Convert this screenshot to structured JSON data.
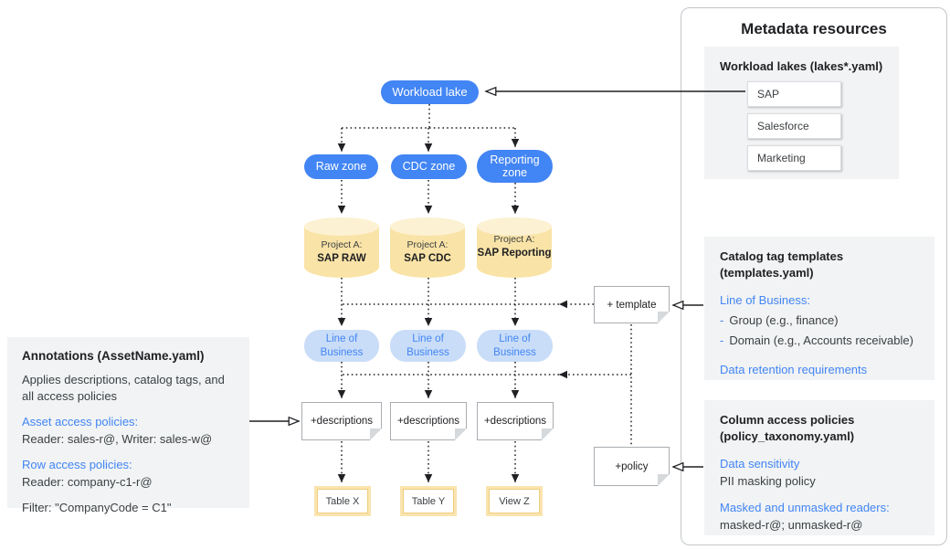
{
  "colors": {
    "accent_blue": "#4285F4",
    "light_blue_fill": "#C9DDF8",
    "panel_gray": "#F1F3F4",
    "cylinder_amber": "#F9E3A6",
    "table_border_yellow": "#EECE7F",
    "text_dark": "#202124"
  },
  "diagram": {
    "workload_lake_label": "Workload lake",
    "zones": [
      "Raw zone",
      "CDC zone",
      "Reporting zone"
    ],
    "projects": [
      {
        "prefix": "Project A:",
        "name": "SAP RAW"
      },
      {
        "prefix": "Project A:",
        "name": "SAP CDC"
      },
      {
        "prefix": "Project A:",
        "name": "SAP Reporting"
      }
    ],
    "lob_label": "Line of Business",
    "descriptions_label": "+descriptions",
    "template_label": "+ template",
    "policy_label": "+policy",
    "outputs": [
      "Table X",
      "Table Y",
      "View Z"
    ]
  },
  "annotations_panel": {
    "title": "Annotations (AssetName.yaml)",
    "body": "Applies descriptions, catalog tags, and all access policies",
    "asset_policies_heading": "Asset access policies:",
    "asset_policies_value": "Reader: sales-r@, Writer: sales-w@",
    "row_policies_heading": "Row access policies:",
    "row_policies_value": "Reader: company-c1-r@",
    "filter_value": "Filter: \"CompanyCode = C1\""
  },
  "metadata_panel": {
    "title": "Metadata resources",
    "workload_lakes": {
      "heading": "Workload lakes (lakes*.yaml)",
      "items": [
        "SAP",
        "Salesforce",
        "Marketing"
      ]
    },
    "catalog_templates": {
      "heading": "Catalog tag templates (templates.yaml)",
      "lob_heading": "Line of Business:",
      "bullets": [
        {
          "dash": "-",
          "text": "Group (e.g., finance)"
        },
        {
          "dash": "-",
          "text": "Domain (e.g., Accounts receivable)"
        }
      ],
      "retention_heading": "Data retention requirements"
    },
    "column_policies": {
      "heading": "Column access policies (policy_taxonomy.yaml)",
      "sensitivity_heading": "Data sensitivity",
      "sensitivity_value": "PII masking policy",
      "readers_heading": "Masked and unmasked readers:",
      "readers_value": "masked-r@; unmasked-r@"
    }
  }
}
